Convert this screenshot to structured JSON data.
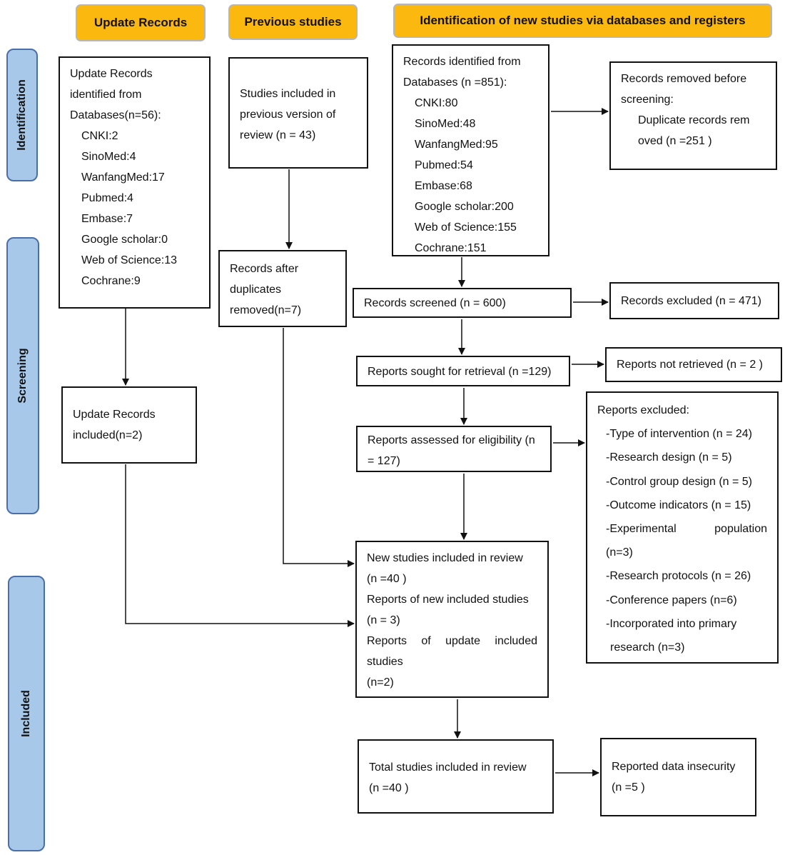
{
  "headers": {
    "update_records": "Update Records",
    "previous_studies": "Previous studies",
    "identification_new": "Identification of new studies via databases and registers"
  },
  "phases": {
    "identification": "Identification",
    "screening": "Screening",
    "included": "Included"
  },
  "update_records_box": {
    "lines": [
      "Update Records",
      "identified from",
      "Databases(n=56):"
    ],
    "sources": [
      "CNKI:2",
      "SinoMed:4",
      "WanfangMed:17",
      "Pubmed:4",
      "Embase:7",
      "Google scholar:0",
      "Web of Science:13",
      "Cochrane:9"
    ]
  },
  "previous_box": {
    "lines": [
      "Studies included in",
      "previous version of",
      "review (n = 43)"
    ]
  },
  "records_identified_box": {
    "lines": [
      "Records identified from",
      "Databases (n =851):"
    ],
    "sources": [
      "CNKI:80",
      "SinoMed:48",
      "WanfangMed:95",
      "Pubmed:54",
      "Embase:68",
      "Google scholar:200",
      "Web of Science:155",
      "Cochrane:151"
    ]
  },
  "removed_box": {
    "lines": [
      "Records removed before",
      "screening:"
    ],
    "detail": [
      "Duplicate records rem",
      "oved   (n =251 )"
    ]
  },
  "after_duplicates_box": {
    "lines": [
      "Records after",
      "duplicates",
      "removed(n=7)"
    ]
  },
  "records_screened": "Records screened (n = 600)",
  "records_excluded": "Records excluded (n = 471)",
  "reports_sought": "Reports sought for retrieval (n =129)",
  "reports_not_retrieved": "Reports not retrieved (n = 2 )",
  "reports_assessed": {
    "lines": [
      "Reports assessed for eligibility (n",
      "= 127)"
    ]
  },
  "reports_excluded_box": {
    "title": "Reports excluded:",
    "items": [
      "-Type of intervention (n = 24)",
      "-Research design (n = 5)",
      "-Control group design (n = 5)",
      "-Outcome indicators (n = 15)",
      "-Experimental population",
      "(n=3)",
      "-Research protocols (n = 26)",
      "-Conference papers (n=6)",
      "-Incorporated into primary",
      "research (n=3)"
    ]
  },
  "update_included_box": {
    "lines": [
      "Update Records",
      "included(n=2)"
    ]
  },
  "new_studies_box": {
    "lines": [
      "New studies included in review",
      "(n =40 )",
      "Reports of new included studies",
      "(n = 3)",
      "Reports of update included",
      "studies",
      "(n=2)"
    ]
  },
  "total_box": {
    "lines": [
      "Total studies included in review",
      "(n =40 )"
    ]
  },
  "insecurity_box": {
    "lines": [
      "Reported data insecurity",
      "(n =5 )"
    ]
  }
}
